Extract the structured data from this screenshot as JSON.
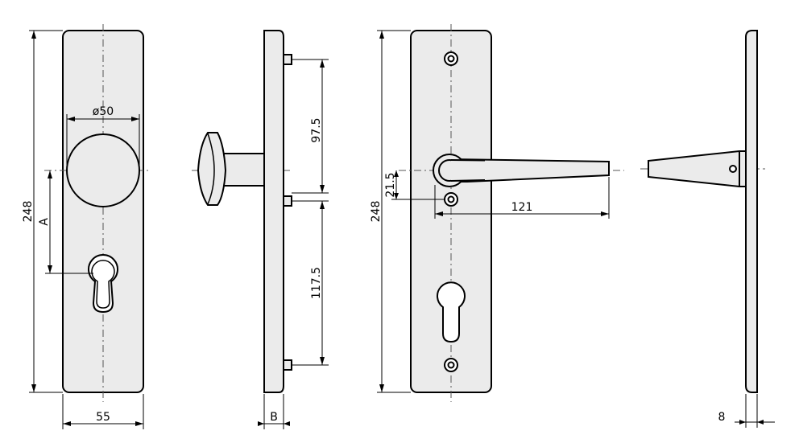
{
  "dimensions": {
    "front_knob_height": "248",
    "front_knob_rosette_diameter": "ø50",
    "front_knob_axis_distance": "A",
    "front_knob_width": "55",
    "side_knob_upper_spacing": "97.5",
    "side_knob_lower_spacing": "117.5",
    "side_knob_thickness": "B",
    "front_lever_height": "248",
    "front_lever_offset": "21.5",
    "front_lever_length": "121",
    "side_lever_thickness": "8"
  }
}
